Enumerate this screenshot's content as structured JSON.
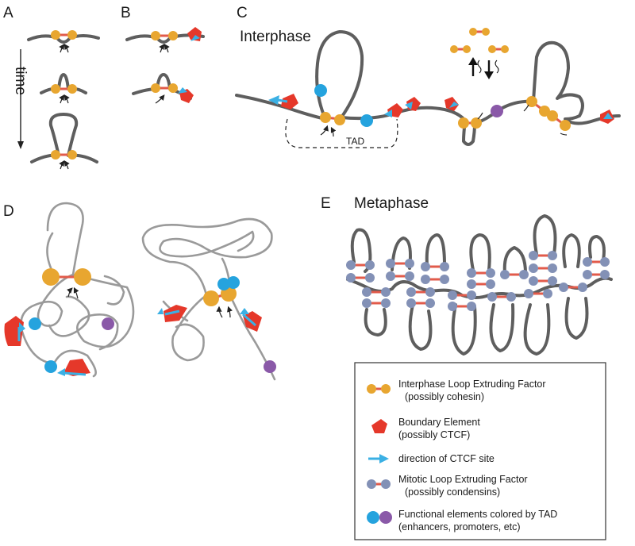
{
  "panels": {
    "a": "A",
    "b": "B",
    "c": "C",
    "d": "D",
    "e": "E"
  },
  "panel_a": {
    "time_label": "time"
  },
  "panel_c": {
    "title": "Interphase",
    "tad_label": "TAD"
  },
  "panel_e": {
    "title": "Metaphase"
  },
  "legend": {
    "items": [
      {
        "line1": "Interphase Loop Extruding Factor",
        "line2": "(possibly cohesin)"
      },
      {
        "line1": "Boundary Element",
        "line2": "(possibly CTCF)"
      },
      {
        "line1": "direction of CTCF site",
        "line2": ""
      },
      {
        "line1": "Mitotic Loop Extruding Factor",
        "line2": "(possibly condensins)"
      },
      {
        "line1": "Functional elements colored by TAD",
        "line2": "(enhancers, promoters, etc)"
      }
    ]
  },
  "colors": {
    "chromatin": "#5e5e5e",
    "cohesin": "#e8a630",
    "link": "#e25b4b",
    "ctcf": "#e5382a",
    "ctcf_direction": "#3bb0e4",
    "condensin": "#8391b6",
    "tad_blue": "#25a3de",
    "tad_purple": "#8a59a8"
  }
}
